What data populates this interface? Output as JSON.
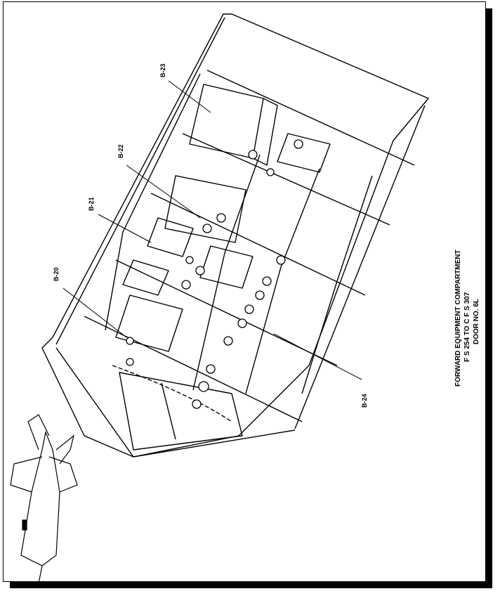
{
  "callouts": {
    "b20": "B-20",
    "b21": "B-21",
    "b22": "B-22",
    "b23": "B-23",
    "b24": "B-24"
  },
  "caption": {
    "line1": "FORWARD EQUIPMENT COMPARTMENT",
    "line2": "F S 254 TO C F S 307",
    "line3": "DOOR NO. 6L"
  }
}
